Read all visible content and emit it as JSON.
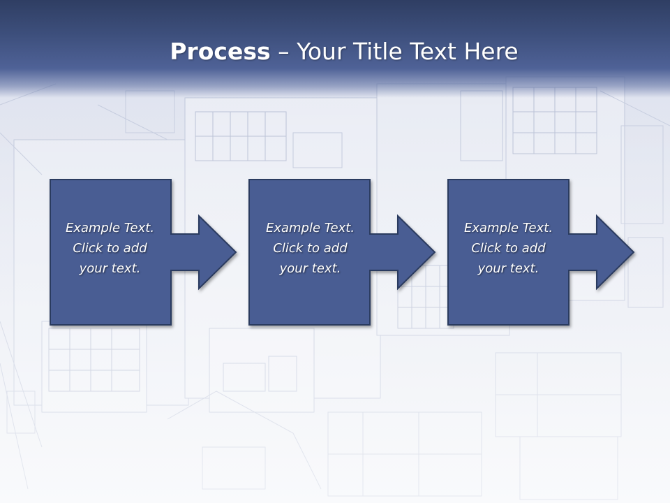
{
  "slide": {
    "title_bold": "Process",
    "title_rest": " – Your Title Text Here"
  },
  "steps": [
    {
      "text": "Example Text.\nClick  to add\nyour text."
    },
    {
      "text": "Example Text.\nClick  to add\nyour text."
    },
    {
      "text": "Example Text.\nClick  to add\nyour text."
    }
  ],
  "colors": {
    "band": "#3d4f7c",
    "step_fill": "#4a5d93",
    "step_stroke": "#2c3a5e",
    "background": "#e6e9f2"
  },
  "icons": {
    "step_arrow": "right-arrow-icon"
  }
}
